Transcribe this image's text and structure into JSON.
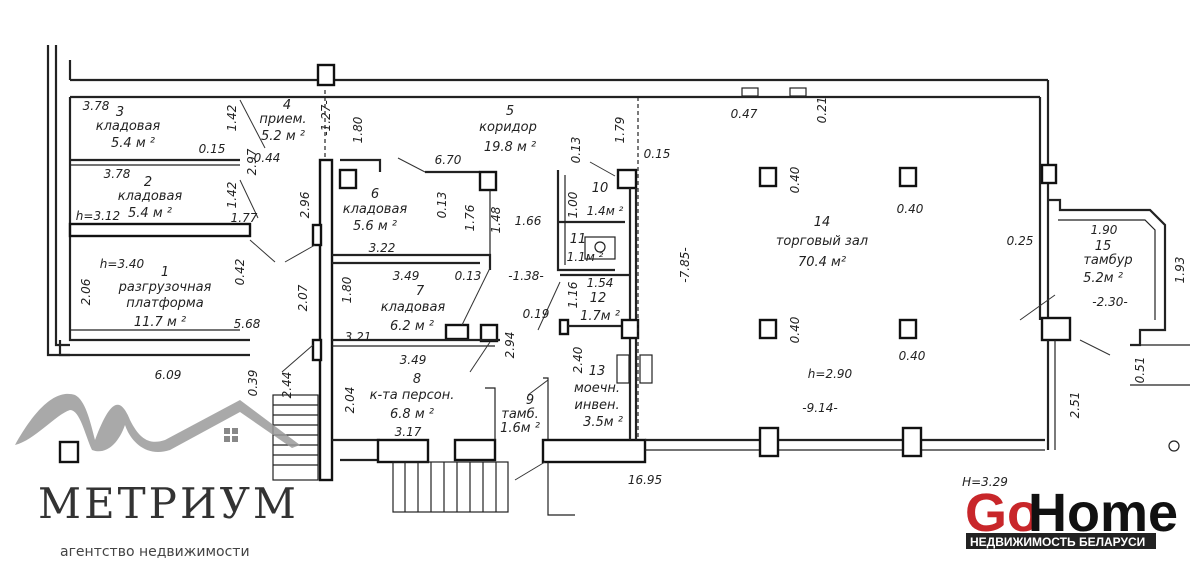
{
  "plan": {
    "rooms": [
      {
        "num": "1",
        "name": "разгрузочная",
        "name2": "платформа",
        "area": "11.7 м ²"
      },
      {
        "num": "2",
        "name": "кладовая",
        "area": "5.4 м ²"
      },
      {
        "num": "3",
        "name": "кладовая",
        "area": "5.4 м ²"
      },
      {
        "num": "4",
        "name": "прием.",
        "area": "5.2 м ²"
      },
      {
        "num": "5",
        "name": "коридор",
        "area": "19.8 м ²"
      },
      {
        "num": "6",
        "name": "кладовая",
        "area": "5.6 м ²"
      },
      {
        "num": "7",
        "name": "кладовая",
        "area": "6.2 м ²"
      },
      {
        "num": "8",
        "name": "к-та персон.",
        "area": "6.8 м ²"
      },
      {
        "num": "9",
        "name": "тамб.",
        "area": "1.6м ²"
      },
      {
        "num": "10",
        "area": "1.4м ²"
      },
      {
        "num": "11",
        "area": "1.1м ²"
      },
      {
        "num": "12",
        "area": "1.7м ²"
      },
      {
        "num": "13",
        "name": "моечн.",
        "name2": "инвен.",
        "area": "3.5м ²"
      },
      {
        "num": "14",
        "name": "торговый зал",
        "area": "70.4 м²"
      },
      {
        "num": "15",
        "name": "тамбур",
        "area": "5.2м ²"
      }
    ],
    "dims": [
      "3.78",
      "1.42",
      "0.15",
      "2.97",
      "0.44",
      "-1.27-",
      "1.80",
      "6.70",
      "0.13",
      "1.79",
      "0.15",
      "0.47",
      "0.21",
      "3.78",
      "1.42",
      "1.77",
      "2.96",
      "h=3.12",
      "0.13",
      "1.76",
      "1.48",
      "1.66",
      "1.00",
      "3.22",
      "h=3.40",
      "0.42",
      "2.06",
      "2.07",
      "1.80",
      "3.49",
      "0.13",
      "-1.38-",
      "1.54",
      "1.16",
      "0.19",
      "5.68",
      "3.21",
      "2.94",
      "6.09",
      "0.39",
      "2.44",
      "3.49",
      "2.40",
      "2.04",
      "3.17",
      "16.95",
      "-7.85-",
      "0.40",
      "0.40",
      "0.40",
      "0.40",
      "h=2.90",
      "-9.14-",
      "0.25",
      "1.90",
      "1.93",
      "-2.30-",
      "0.51",
      "2.51",
      "H=3.29"
    ]
  },
  "logos": {
    "metrium": {
      "name": "МЕТРИУМ",
      "tagline": "агентство недвижимости"
    },
    "gohome": {
      "go": "Go",
      "home": "Home",
      "tagline": "НЕДВИЖИМОСТЬ БЕЛАРУСИ",
      "accent": "#c8262a"
    }
  }
}
